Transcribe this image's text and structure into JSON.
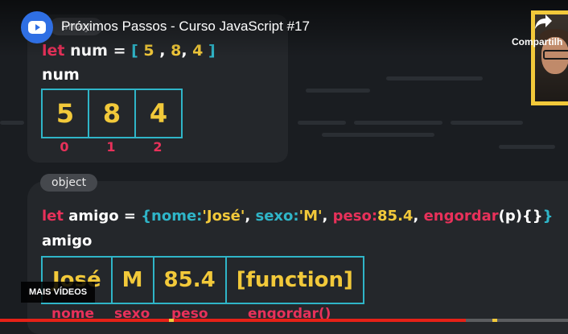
{
  "player": {
    "title": "Próximos Passos - Curso JavaScript #17",
    "share_label": "Compartilh",
    "more_videos_label": "MAIS VÍDEOS",
    "progress": 0.82
  },
  "slide": {
    "array_pill": "array",
    "array_code": {
      "kw": "let",
      "name": " num = ",
      "open": "[",
      "v1": " 5 ",
      "c1": ",",
      "v2": " 8",
      "c2": ",",
      "v3": " 4 ",
      "close": "]"
    },
    "array_label": "num",
    "array_cells": [
      "5",
      "8",
      "4"
    ],
    "array_indexes": [
      "0",
      "1",
      "2"
    ],
    "object_pill": "object",
    "object_code": {
      "kw": "let",
      "name": " amigo = ",
      "open": "{",
      "k1": "nome:",
      "v1": "'José'",
      "s1": ", ",
      "k2": "sexo:",
      "v2": "'M'",
      "s2": ", ",
      "k3": "peso:",
      "v3": "85.4",
      "s3": ", ",
      "k4": "engordar",
      "v4": "(p){}",
      "close": "}"
    },
    "object_label": "amigo",
    "object_cells": [
      "José",
      "M",
      "85.4",
      "[function]"
    ],
    "object_keys": [
      "nome",
      "sexo",
      "peso",
      "engordar()"
    ]
  },
  "colors": {
    "keyword": "#e8315a",
    "bracket": "#2fb5c8",
    "value": "#f2c93a",
    "progress": "#e62117",
    "channel": "#2f6fe4"
  }
}
